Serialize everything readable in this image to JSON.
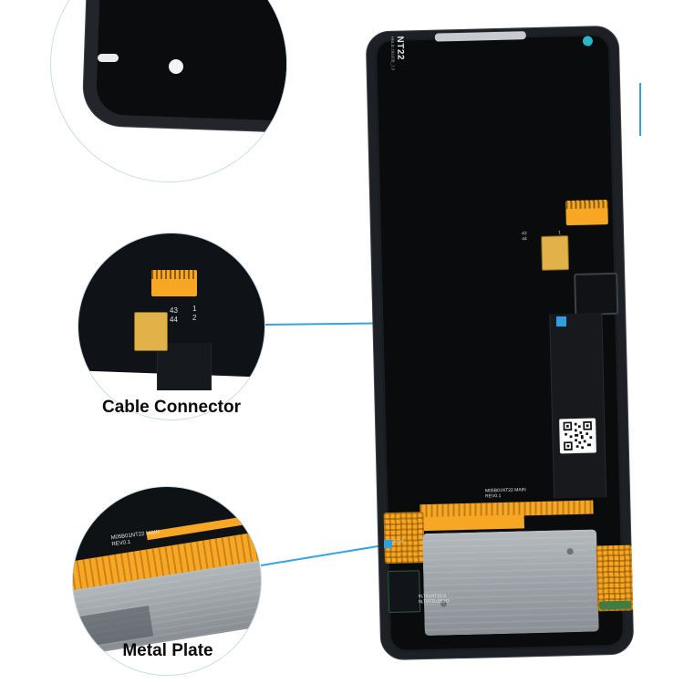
{
  "image": {
    "background": "#ffffff"
  },
  "callouts": [
    {
      "id": "top-corner",
      "label": ""
    },
    {
      "id": "cable-connector",
      "label": "Cable Connector"
    },
    {
      "id": "metal-plate",
      "label": "Metal Plate"
    }
  ],
  "phone": {
    "model_marking": "NT22",
    "sub_marking": "HNLB 19100B_1.0",
    "pins": {
      "left_top": "43",
      "left_bottom": "44",
      "right_top": "1",
      "right_bottom": "2"
    },
    "flex_marking_main": "M05B01NT22 MAIN",
    "flex_marking_rev": "REV0.1",
    "chip_marking": "NW04",
    "serial_line1": "9LT91NT22-0",
    "serial_line2": "9LT9TZU3E3O"
  },
  "colors": {
    "accent_blue": "#2f9fe0",
    "accent_teal": "#2ab5c8",
    "flex_orange": "#f7a723",
    "pad_gold": "#e2b24a",
    "body_dark": "#1d2125",
    "metal_gray": "#9aa0a5"
  }
}
